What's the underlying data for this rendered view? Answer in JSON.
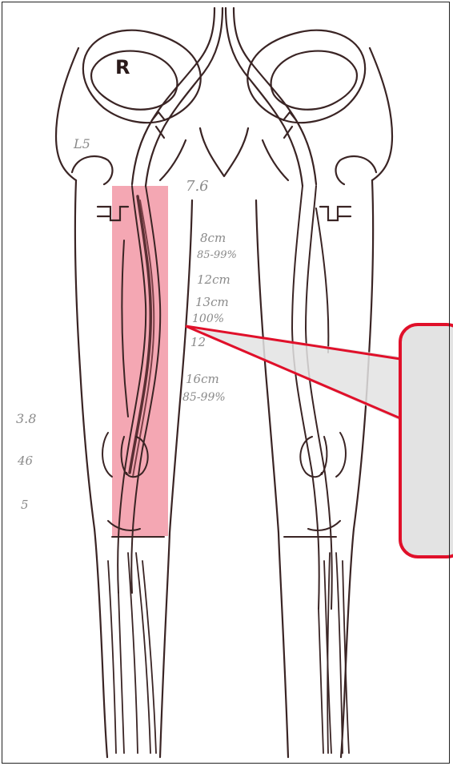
{
  "diagram": {
    "side_label": "R",
    "colors": {
      "outline": "#3a2424",
      "highlight": "#f08a99",
      "callout_border": "#e0102a",
      "callout_fill": "#e3e3e3",
      "pencil": "#8a8a8a"
    },
    "handwritten_notes": {
      "upper_groin": "L5",
      "groin": "7.6",
      "n1": "8cm",
      "n2": "85-99%",
      "n3": "12cm",
      "n4": "13cm",
      "n5": "100%",
      "n6": "12",
      "n7": "16cm",
      "n8": "85-99%",
      "left1": "3.8",
      "left2": "46",
      "left3": "5"
    },
    "callout": {
      "text": ""
    }
  }
}
